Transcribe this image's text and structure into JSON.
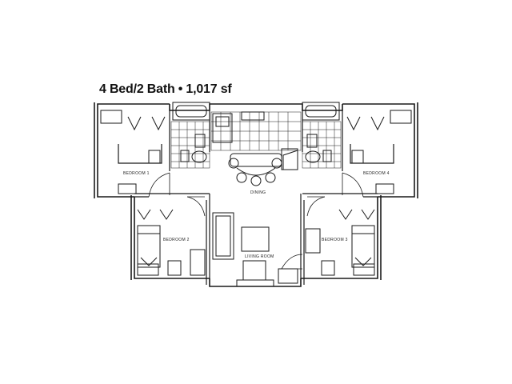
{
  "title": "4 Bed/2 Bath • 1,017 sf",
  "rooms": {
    "bedroom_1": "BEDROOM 1",
    "bedroom_2": "BEDROOM 2",
    "bedroom_3": "BEDROOM 3",
    "bedroom_4": "BEDROOM 4",
    "living": "LIVING ROOM",
    "dining": "DINING"
  },
  "colors": {
    "line": "#1a1a1a",
    "background": "#ffffff"
  }
}
